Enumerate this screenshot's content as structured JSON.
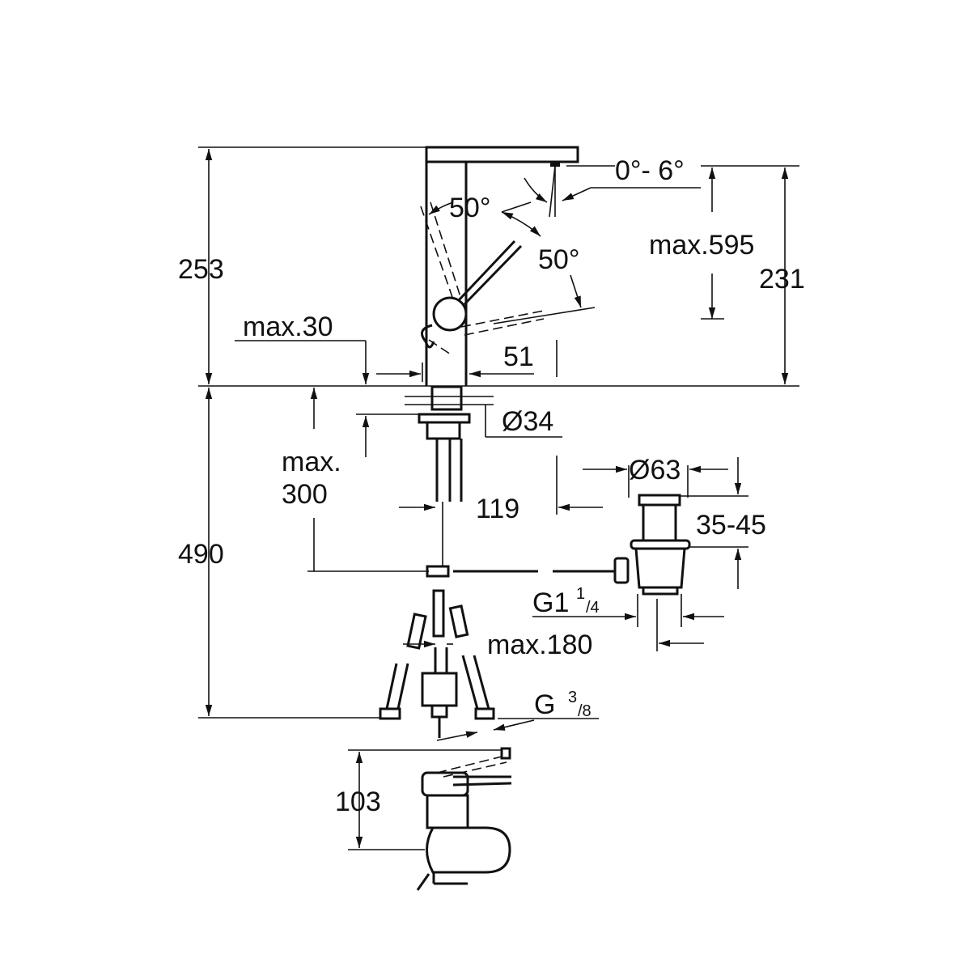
{
  "dimensions": {
    "height_total_top": "253",
    "max_30": "max.30",
    "width_51": "51",
    "angle_left": "50°",
    "angle_right": "50°",
    "tilt": "0°- 6°",
    "max_595": "max.595",
    "spout_height": "231",
    "diameter_34": "Ø34",
    "max_300_line1": "max.",
    "max_300_line2": "300",
    "reach_119": "119",
    "diameter_63": "Ø63",
    "range_35_45": "35-45",
    "g1_main": "G1",
    "g1_num": "1",
    "g1_den": "/4",
    "max_180": "max.180",
    "below_490": "490",
    "g38_main": "G",
    "g38_num": "3",
    "g38_den": "/8",
    "lever_103": "103"
  },
  "colors": {
    "line": "#111111",
    "background": "#ffffff"
  }
}
